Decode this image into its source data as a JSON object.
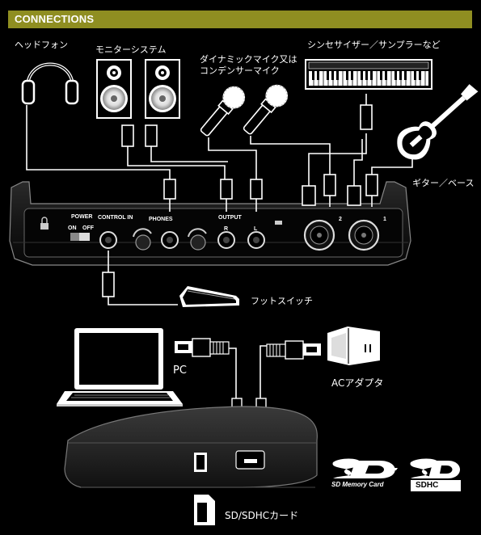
{
  "header": {
    "title": "CONNECTIONS"
  },
  "labels": {
    "headphones": "ヘッドフォン",
    "monitor_system": "モニターシステム",
    "mic_line1": "ダイナミックマイク又は",
    "mic_line2": "コンデンサーマイク",
    "synth": "シンセサイザー／サンプラーなど",
    "guitar_bass": "ギター／ベース",
    "foot_switch": "フットスイッチ",
    "pc": "PC",
    "ac_adapter": "ACアダプタ",
    "sd_card": "SD/SDHCカード"
  },
  "panel": {
    "power": "POWER",
    "on": "ON",
    "off": "OFF",
    "control_in": "CONTROL IN",
    "phones": "PHONES",
    "output": "OUTPUT",
    "r": "R",
    "l": "L",
    "ch2": "2",
    "ch1": "1"
  },
  "logos": {
    "sd_memory_card": "SD Memory Card",
    "sdhc": "SDHC"
  },
  "colors": {
    "header_bg": "#8f8e21",
    "background": "#000000",
    "line": "#ffffff"
  }
}
